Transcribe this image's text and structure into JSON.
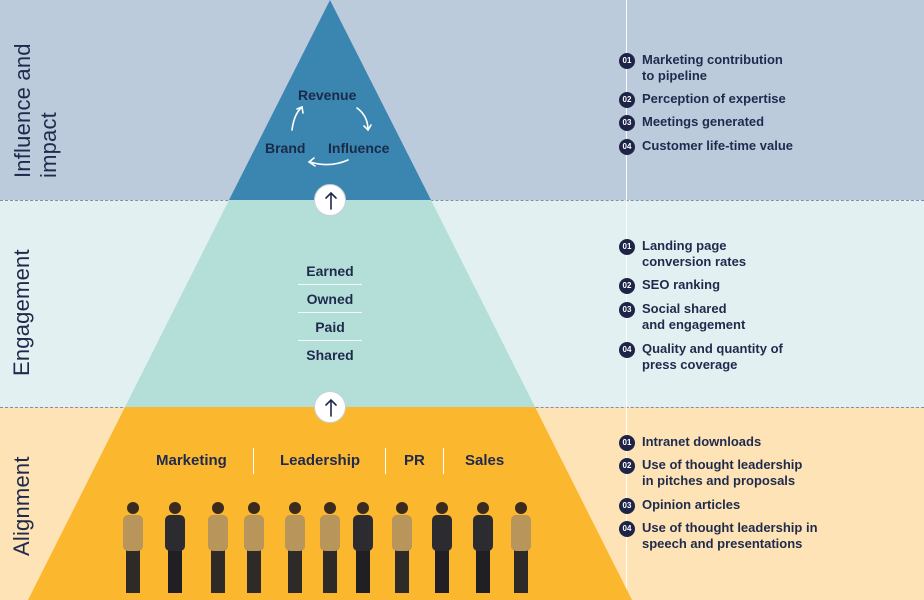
{
  "tiers": [
    {
      "label": "Influence and\nimpact"
    },
    {
      "label": "Engagement"
    },
    {
      "label": "Alignment"
    }
  ],
  "top_cycle": {
    "revenue": "Revenue",
    "brand": "Brand",
    "influence": "Influence"
  },
  "mid_items": [
    "Earned",
    "Owned",
    "Paid",
    "Shared"
  ],
  "departments": [
    "Marketing",
    "Leadership",
    "PR",
    "Sales"
  ],
  "metrics_top": [
    {
      "num": "01",
      "text": "Marketing contribution\nto pipeline"
    },
    {
      "num": "02",
      "text": "Perception of expertise"
    },
    {
      "num": "03",
      "text": "Meetings generated"
    },
    {
      "num": "04",
      "text": "Customer life-time value"
    }
  ],
  "metrics_mid": [
    {
      "num": "01",
      "text": "Landing page\nconversion rates"
    },
    {
      "num": "02",
      "text": "SEO ranking"
    },
    {
      "num": "03",
      "text": "Social shared\nand engagement"
    },
    {
      "num": "04",
      "text": "Quality and quantity of\npress coverage"
    }
  ],
  "metrics_bot": [
    {
      "num": "01",
      "text": "Intranet downloads"
    },
    {
      "num": "02",
      "text": "Use of thought leadership\nin pitches and proposals"
    },
    {
      "num": "03",
      "text": "Opinion articles"
    },
    {
      "num": "04",
      "text": "Use of thought leadership in\nspeech and presentations"
    }
  ],
  "colors": {
    "top_band": "#bccbdc",
    "mid_band": "#e3f0f1",
    "bot_band": "#fde3b5",
    "pyramid_top": "#3b86b1",
    "pyramid_mid": "#b4dfd9",
    "pyramid_bot": "#fbb82e",
    "badge": "#1d2448",
    "text": "#1f2a4d"
  }
}
